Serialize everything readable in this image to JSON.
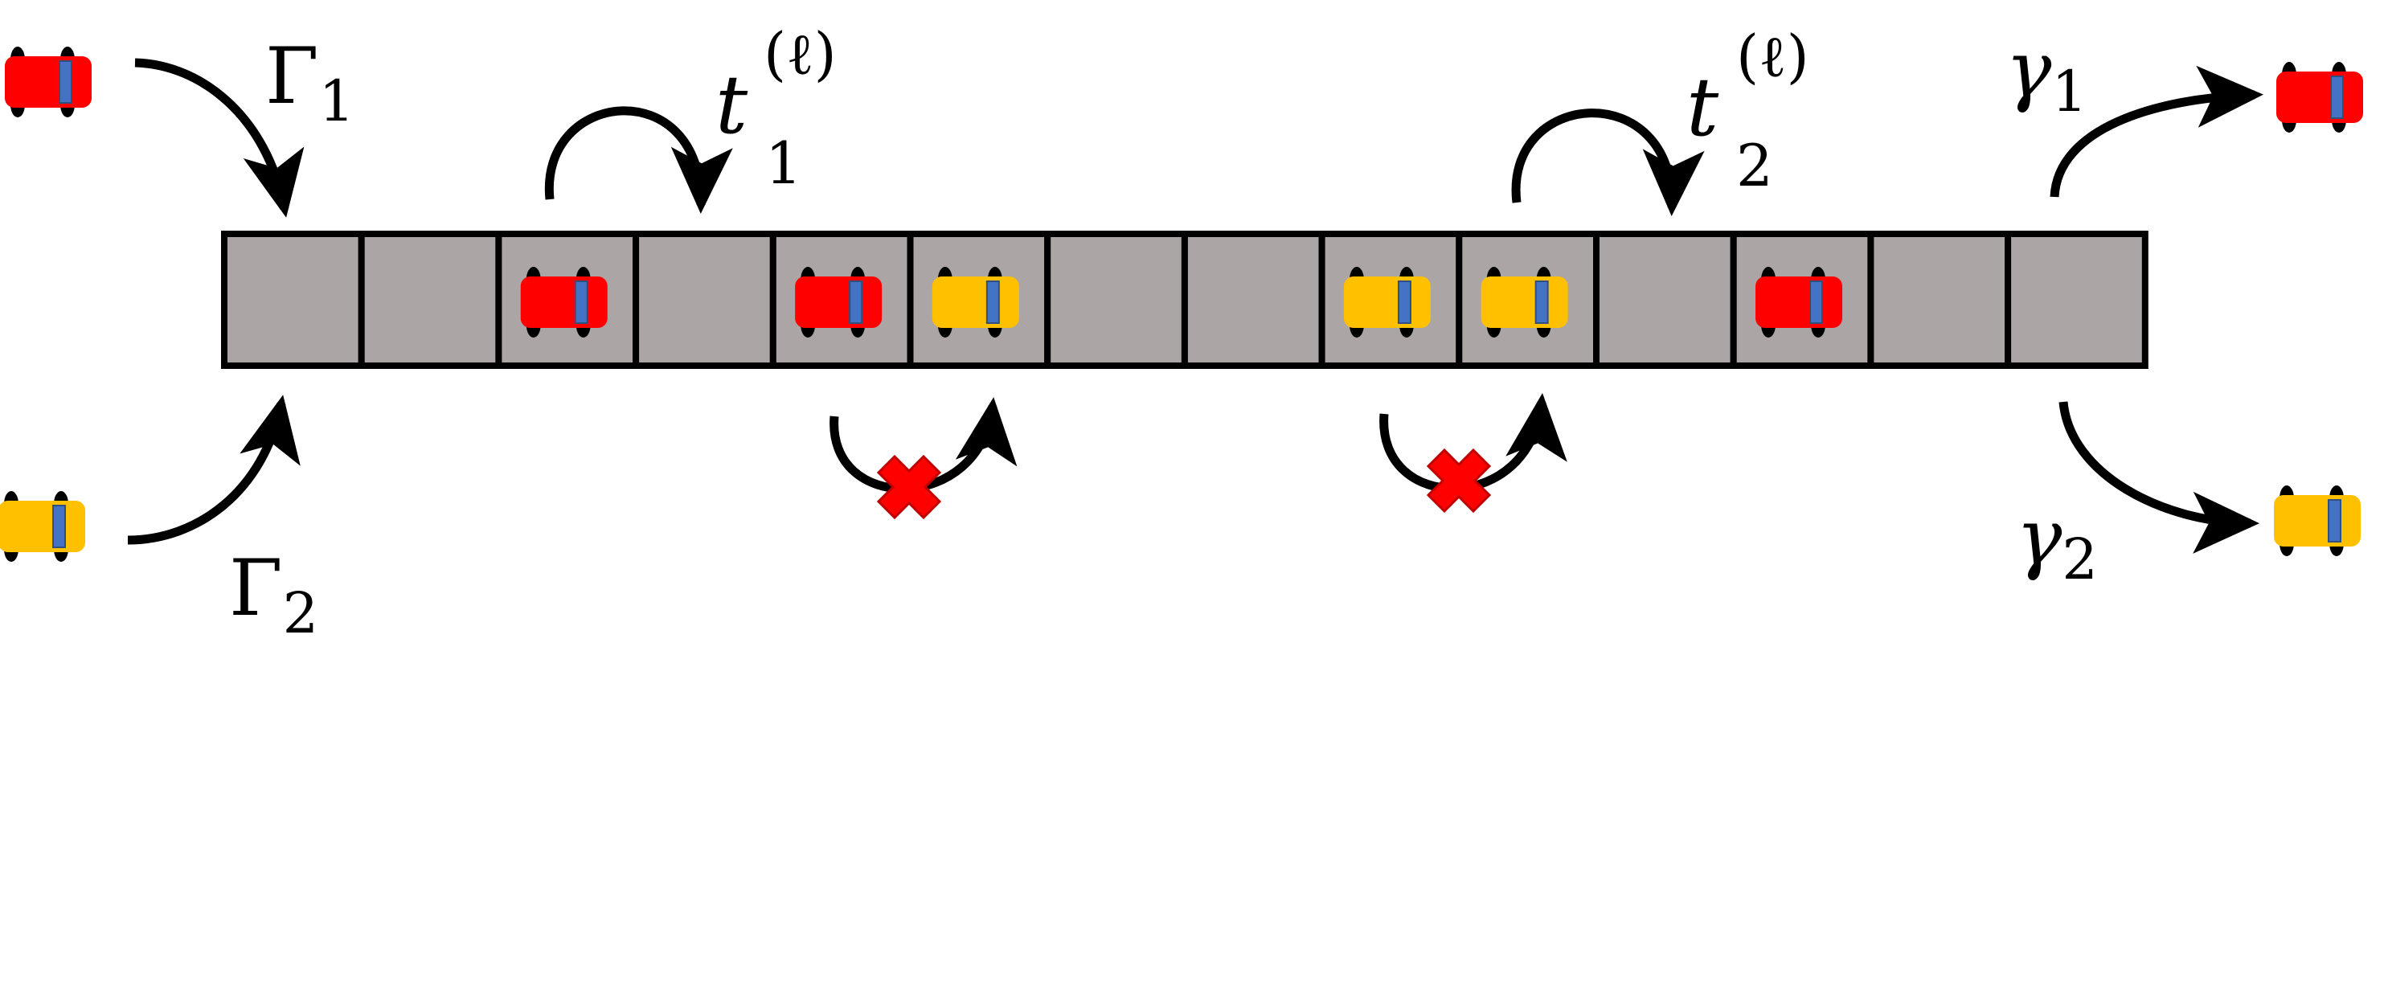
{
  "colors": {
    "cell_fill": "#aba6a5",
    "cell_stroke": "#000000",
    "arrow": "#000000",
    "car_type_1": "#ff0000",
    "car_type_2": "#ffc000",
    "windshield": "#4472c4",
    "forbidden_mark": "#ff0000"
  },
  "lattice": {
    "cell_count": 14,
    "occupancy": [
      "empty",
      "empty",
      "red",
      "empty",
      "red",
      "yellow",
      "empty",
      "empty",
      "yellow",
      "yellow",
      "empty",
      "red",
      "empty",
      "empty"
    ]
  },
  "labels": {
    "entry_rate_1": {
      "base": "Γ",
      "sub": "1"
    },
    "entry_rate_2": {
      "base": "Γ",
      "sub": "2"
    },
    "hop_rate_1": {
      "base": "t",
      "sub": "1",
      "sup": "(ℓ)"
    },
    "hop_rate_2": {
      "base": "t",
      "sub": "2",
      "sup": "(ℓ)"
    },
    "exit_rate_1": {
      "base": "γ",
      "sub": "1"
    },
    "exit_rate_2": {
      "base": "γ",
      "sub": "2"
    }
  },
  "reservoir_cars": {
    "in_top": "red",
    "in_bottom": "yellow",
    "out_top": "red",
    "out_bottom": "yellow"
  },
  "icons": {
    "car": "car-icon",
    "forbidden": "cross-icon",
    "arrow": "curved-arrow-icon"
  }
}
